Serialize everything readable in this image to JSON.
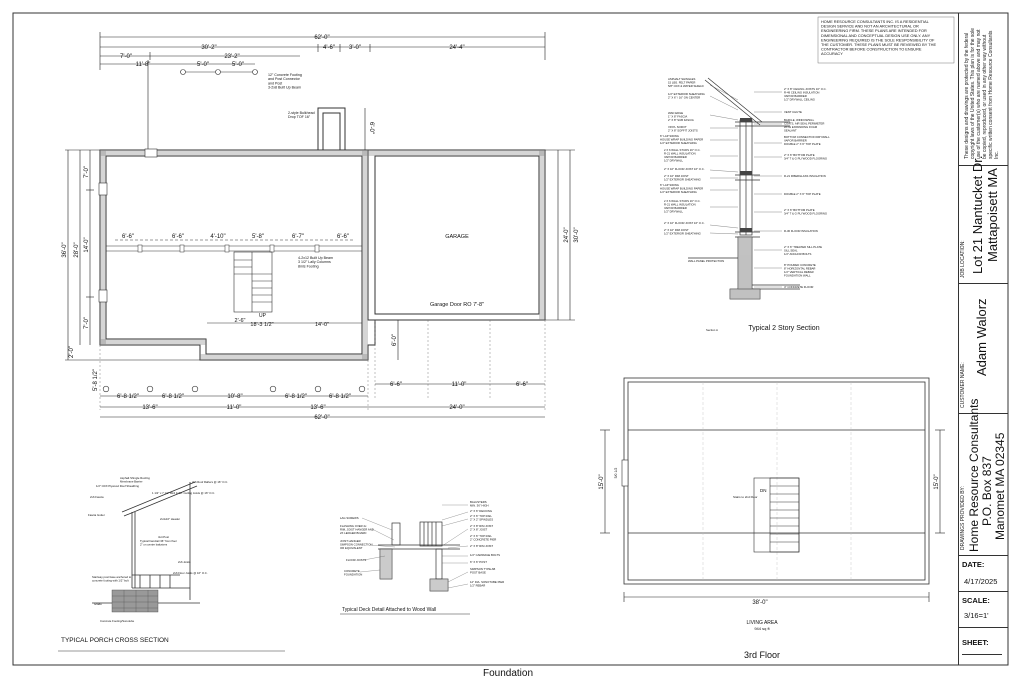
{
  "disclaimer": "HOME RESOURCE CONSULTANTS INC. IS A RESIDENTIAL DESIGN SERVICE AND NOT AN ARCHITECTURAL OR ENGINEERING FIRM. THESE PLANS ARE INTENDED FOR DIMENSIONAL AND CONCEPTUAL DESIGN USE ONLY. ANY ENGINEERING REQUIRED IS THE SOLE RESPONSIBILITY OF THE CUSTOMER. THESE PLANS MUST BE REVIEWED BY THE CONTRACTOR BEFORE CONSTRUCTION TO ENSURE ACCURACY",
  "foundation": {
    "title": "Foundation",
    "overall_width": "62'-0\"",
    "top_dims": [
      "30'-2\"",
      "4'-6\"",
      "3'-0\"",
      "24'-4\""
    ],
    "top_dims2": [
      "7'-0\"",
      "23'-2\""
    ],
    "top_dims3": [
      "11'-8\"",
      "5'-0\"",
      "5'-0\""
    ],
    "depth_left": "36'-0\"",
    "depth_left2": "28'-0\"",
    "depth_right": "24'-0\"",
    "depth_right2": "30'-0\"",
    "left_dims": [
      "7'-0\"",
      "14'-0\"",
      "7'-0\"",
      "2'-0\"",
      "5'-8 1/2\""
    ],
    "beam_dims": [
      "6'-6\"",
      "6'-6\"",
      "4'-10\"",
      "5'-8\"",
      "6'-7\"",
      "6'-6\""
    ],
    "bottom_dims": [
      "6'-8 1/2\"",
      "6'-8 1/2\"",
      "10'-8\"",
      "6'-8 1/2\"",
      "6'-8 1/2\""
    ],
    "bottom_dims2": [
      "13'-6\"",
      "11'-0\"",
      "13'-6\"",
      "24'-0\""
    ],
    "bottom_overall": "62'-0\"",
    "garage_dims": [
      "6'-6\"",
      "11'-0\"",
      "6'-6\""
    ],
    "garage_label": "GARAGE",
    "garage_door": "Garage Door RO 7'-8\"",
    "up_label": "UP",
    "stair_dims": [
      "2'-6\"",
      "18'-3 1/2\"",
      "14'-0\""
    ],
    "beam_note": "4-2x12 Built Up Beam\n3 1/2\" Lally Columns\n8mls Footing",
    "footing_note": "12\" Concrete Footing\nand Post Connector\nand Post\n3-2x8 Built Up Beam",
    "bulkhead_note": "2-style Bulkhead\nDrop TOF 16\"",
    "right_dim": "6'-0\"",
    "bottom_right_dim": "6'-0\""
  },
  "section": {
    "title": "Typical 2 Story Section",
    "notes_left": [
      "ASPHALT SHINGLES\n15 LBS. FELT PAPER\n5/8\" CDX & WATER SHIELD",
      "1/2\" EXTERIOR SHEATHING\n2\" X 6\" / 16\" ON CENTER",
      "WAD EDGE\n1\" X 8\" FASCIA\n2\" X 8\" SUB FASCIA",
      "VINYL SOFFIT\n2\" X 8\" SOFFIT JOISTS",
      "6\" LAP SIDING\nHOUSE WRAP BUILDING PAPER\n1/2\" EXTERIOR SHEATHING",
      "2 X 6 WALL STUDS 16\" O.C.\nR-21 WALL INSULATION\nVAPOR BARRIER\n1/2\" DRYWALL",
      "2\" X 10\" FLOOR JOIST 16\" O.C.",
      "2\" X 10\" RIM JOIST\n1/2\" EXTERIOR SHEATHING",
      "6\" LAP SIDING\nHOUSE WRAP BUILDING PAPER\n1/2\" EXTERIOR SHEATHING",
      "2 X 6 WALL STUDS 16\" O.C.\nR-21 WALL INSULATION\nVAPOR BARRIER\n1/2\" DRYWALL",
      "2\" X 10\" FLOOR JOIST 16\" O.C.",
      "2\" X 10\" RIM JOIST\n1/2\" EXTERIOR SHEATHING",
      "WALL PANEL PROTECTION"
    ],
    "notes_right": [
      "2\" X 8\" CEILING JOISTS 16\" O.C.\nR-49 CEILING INSULATION\nVAPOR BARRIER\n1/2\" DRYWALL CEILING",
      "VENT CHUTE",
      "BAFFLE, WINDOWSILL\nCOATS, AIR SEAL PERIMETER\nWITH EXPANDING FOAM\nSEALANT",
      "DOUBLE 2\" X 6\" TOP PLATE",
      "2\" X 6\" BOTTOM PLATE\n3/4\" T & G PLYWOOD FLOORING",
      "R-21 FIBERGLASS INSULATION",
      "DOUBLE 2\" X 6\" TOP PLATE",
      "2\" X 6\" BOTTOM PLATE\n3/4\" T & G PLYWOOD FLOORING",
      "R-30 FLOOR INSULATION",
      "2\" X 6\" TREATED SILL PLATE\nSILL SEAL\n1/2\" ANCHOR BOLTS",
      "8\" POURED CONCRETE\n8\" HORIZONTAL REBAR\n1/2\" VERTICAL REBAR\nFOUNDATION WALL",
      "4\" CONCRETE FLOOR"
    ],
    "small_label": "Section A"
  },
  "porch": {
    "title": "TYPICAL PORCH CROSS SECTION",
    "notes": [
      "Asphalt Shingle Roofing\nMembrane Barrier\n1/2\" CDX Plywood Roof Sheathing",
      "2x6 Roof Rafters @ 16\" O.C.",
      "2x6 Fascia",
      "Fascia Gutter",
      "1 1/2\" x 7 1/2\" Bird & Str. Ceiling Joists @ 16\" O.C.",
      "2x4x10\" Header",
      "4x4 Post",
      "Typical handrail 36\" from floor\n2\" on center balusters",
      "2x6 Joists\n2x6 Floor Joists @ 16\" O.C.",
      "Stairway post base anchored to\nconcrete footing with 1/2\" bolt",
      "Grade",
      "Concrete Footing/Sonotube"
    ]
  },
  "deck": {
    "title": "Typical Deck Detail Attached to Wood Wall",
    "notes_left": [
      "LAG SCREWS",
      "FLASHING OVER 2x\nRIM, JOIST HANGER AND\n2X LEDGER BOARD",
      "JOIST HANGER\nSIMPSON CONNECTION\nOR EQUIVALENT",
      "FLOOR JOISTS",
      "CONCRETE\nFOUNDATION"
    ],
    "notes_right": [
      "BALUSTERS\nMIN. 36\" HIGH",
      "2\" X 6\" DECKING",
      "2\" X 6\" TOP RAIL\n2\" X 2\" SPINDLES",
      "2\" X 8\" RIM JOIST\n2\" X 8\" JOIST",
      "2\" X 6\" TOP RAIL\n2\" CONCRETE PIER",
      "2\" X 8\" RIM JOIST",
      "1/2\" CARRIAGE BOLTS",
      "6\" X 6\" POST",
      "SIMPSON TYPE AB\nPOST BASE",
      "12\" DIA. SONOTUBE PIER\n1/2\" REBAR"
    ]
  },
  "third_floor": {
    "title": "3rd Floor",
    "area_label": "LIVING AREA",
    "area_value": "944 sq ft",
    "width_dim": "38'-0\"",
    "depth_left": "15'-0\"",
    "depth_right": "15'-0\"",
    "dn_label": "DN",
    "stair_note": "Stairs to 2nd Floor",
    "small_label": "5/0 1/2"
  },
  "title_block": {
    "copyright": "These designs and drawings are protected by the federal copyright laws of the United States. This plan is for the sole use of the customer(s) who are named above and may not be copied, reproduced, or used in any other way without specific written consent from Home Resource Consultants Inc.",
    "job_location_label": "JOB LOCATION:",
    "job_location_1": "Lot 21 Nantucket Dr.",
    "job_location_2": "Mattapoisett MA",
    "customer_label": "CUSTOMER NAME:",
    "customer_name": "Adam Walorz",
    "drawings_label": "DRAWINGS PROVIDED BY:",
    "company_1": "Home Resource Consultants",
    "company_2": "P.O. Box 837",
    "company_3": "Manomet MA 02345",
    "date_label": "DATE:",
    "date_value": "4/17/2025",
    "scale_label": "SCALE:",
    "scale_value": "3/16=1'",
    "sheet_label": "SHEET:"
  }
}
